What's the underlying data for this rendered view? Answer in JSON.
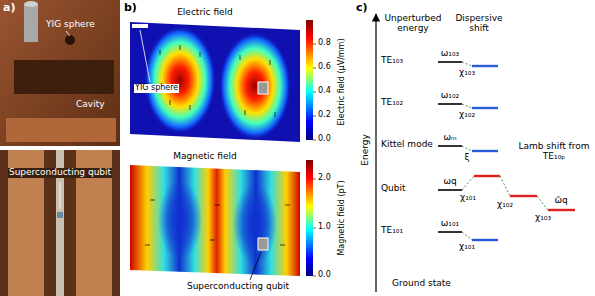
{
  "diagram": {
    "labels": [
      "a)",
      "YIG sphere",
      "Cavity",
      "Superconducting qubit",
      "b)",
      "Electric field",
      "YIG sphere",
      "Electric field (μV/mm)",
      "0.0",
      "0.2",
      "0.4",
      "0.6",
      "0.8",
      "Magnetic field",
      "Magnetic field (pT)",
      "2.0",
      "1.0",
      "0.0",
      "Superconducting qubit",
      "c)",
      "Energy",
      "Unperturbed energy",
      "Dispersive shift",
      "TE₁₀₃",
      "ω₁₀₃",
      "χ₁₀₃",
      "TE₁₀₂",
      "ω₁₀₂",
      "χ₁₀₂",
      "Kittel mode",
      "ωₘ",
      "ξ",
      "Qubit",
      "ωq",
      "χ₁₀₁",
      "TE₁₀₁",
      "ω₁₀₁",
      "χ₁₀₁",
      "Lamb shift from TE₁₀ₚ",
      "χ₁₀₂",
      "χ₁₀₃",
      "ω̃q",
      "Ground state"
    ]
  }
}
